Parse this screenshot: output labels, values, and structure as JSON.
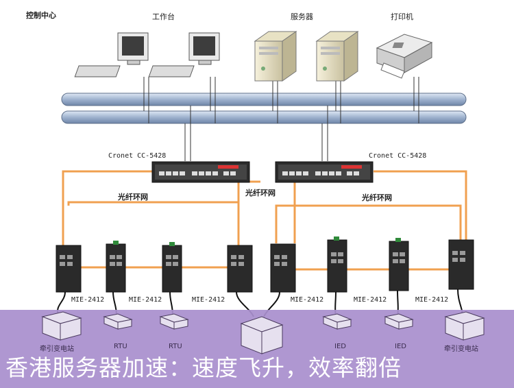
{
  "labels": {
    "control_center": "控制中心",
    "workstation": "工作台",
    "server": "服务器",
    "printer": "打印机",
    "switch_left": "Cronet CC-5428",
    "switch_right": "Cronet CC-5428",
    "fiber_ring_center": "光纤环网",
    "fiber_ring_left": "光纤环网",
    "fiber_ring_right": "光纤环网",
    "mie_1": "MIE-2412",
    "mie_2": "MIE-2412",
    "mie_3": "MIE-2412",
    "mie_4": "MIE-2412",
    "mie_5": "MIE-2412",
    "mie_6": "MIE-2412",
    "dev_1": "牵引变电站",
    "dev_2": "RTU",
    "dev_3": "RTU",
    "dev_4": "IED",
    "dev_5": "IED",
    "dev_6": "牵引变电站"
  },
  "banner": {
    "text": "香港服务器加速：速度飞升，效率翻倍"
  },
  "colors": {
    "fiber": "#f0a050",
    "bus": "#b9c8de",
    "banner": "#a98fce"
  }
}
